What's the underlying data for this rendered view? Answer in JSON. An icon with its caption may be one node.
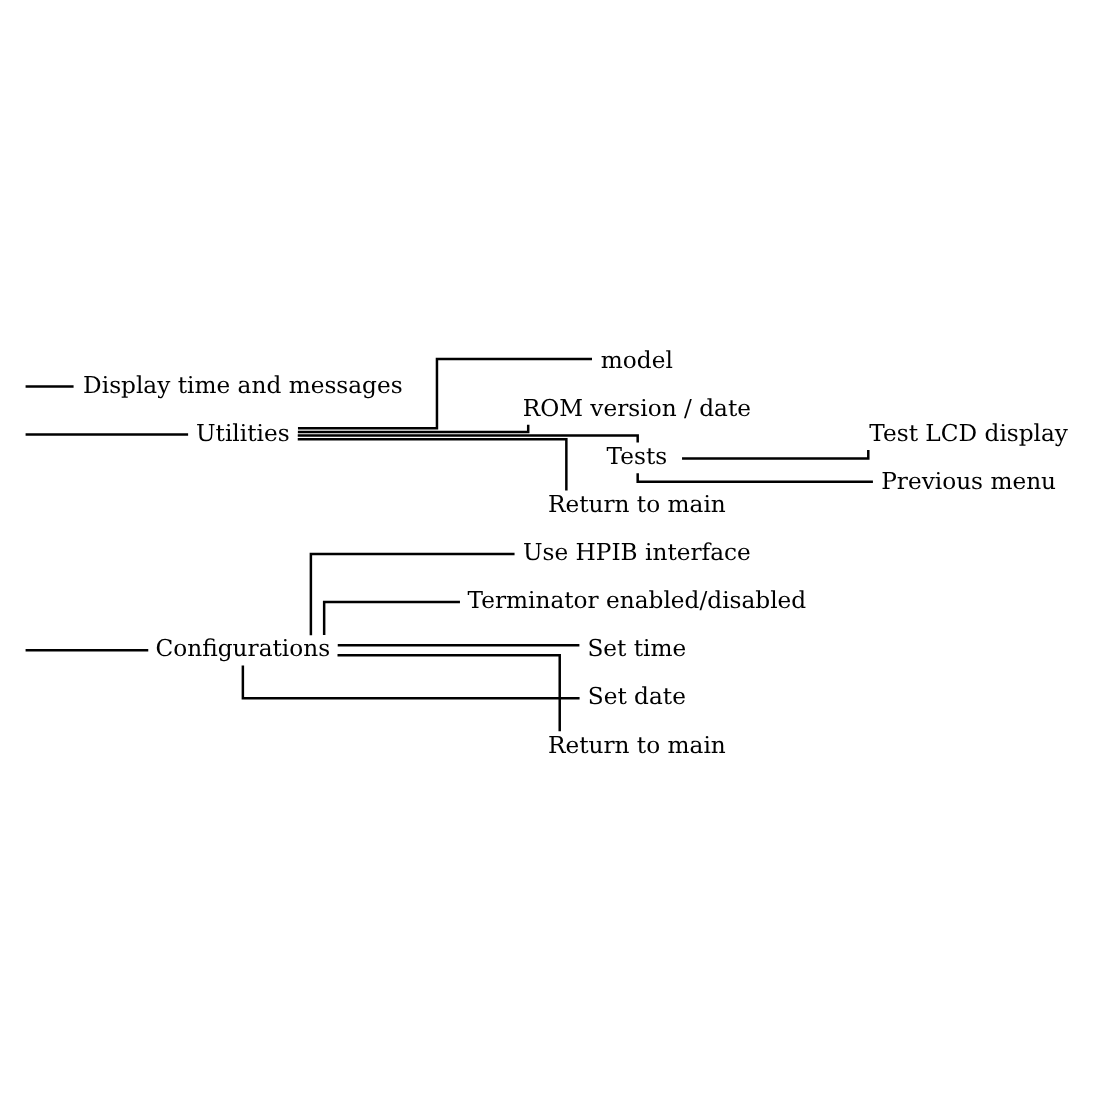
{
  "diagram": {
    "nodes": [
      {
        "text": [
          "Configurations"
        ]
      },
      {
        "text": [
          "Use HPIB interface"
        ]
      },
      {
        "text": [
          "Terminator enabled/disabled"
        ]
      },
      {
        "text": [
          "Set time"
        ]
      },
      {
        "text": [
          "Set date"
        ]
      },
      {
        "text": [
          "Return to main"
        ]
      },
      {
        "text": [
          "Utilities"
        ]
      },
      {
        "text": [
          "model"
        ]
      },
      {
        "text": [
          "ROM version / date"
        ]
      },
      {
        "text": [
          "Tests"
        ]
      },
      {
        "text": [
          "Test LCD display"
        ]
      },
      {
        "text": [
          "Previous menu"
        ]
      },
      {
        "text": [
          "Return to main"
        ]
      },
      {
        "text": [
          "Display time and messages"
        ]
      }
    ],
    "edges": [
      {
        "from": null,
        "to": 0,
        "arrow": "none"
      },
      {
        "from": 0,
        "to": 1,
        "arrow": "none"
      },
      {
        "from": 0,
        "to": 2,
        "arrow": "none"
      },
      {
        "from": 0,
        "to": 3,
        "arrow": "none"
      },
      {
        "from": 0,
        "to": 4,
        "arrow": "none"
      },
      {
        "from": 0,
        "to": 5,
        "arrow": "none"
      },
      {
        "from": null,
        "to": 6,
        "arrow": "none"
      },
      {
        "from": 6,
        "to": 7,
        "arrow": "none"
      },
      {
        "from": 6,
        "to": 8,
        "arrow": "none"
      },
      {
        "from": 6,
        "to": 9,
        "arrow": "none"
      },
      {
        "from": 9,
        "to": 10,
        "arrow": "none"
      },
      {
        "from": 9,
        "to": 11,
        "arrow": "none"
      },
      {
        "from": 6,
        "to": 12,
        "arrow": "none"
      },
      {
        "from": null,
        "to": 13,
        "arrow": "none"
      }
    ]
  }
}
